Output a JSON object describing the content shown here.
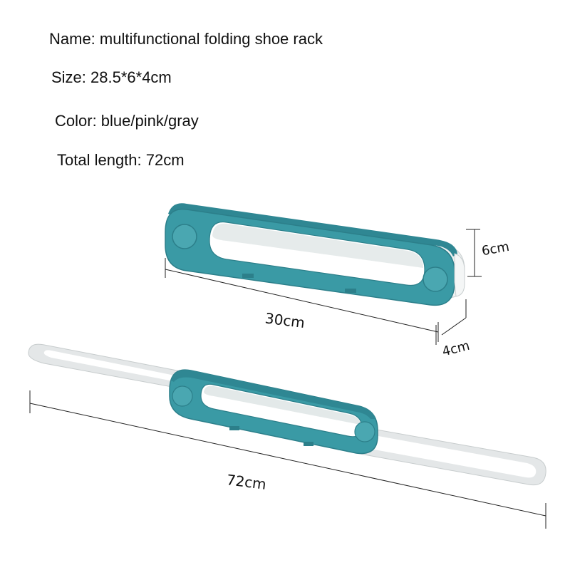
{
  "specs": {
    "name": "Name: multifunctional folding shoe rack",
    "size": "Size: 28.5*6*4cm",
    "color": "Color: blue/pink/gray",
    "total_length": "Total length: 72cm"
  },
  "dimensions": {
    "folded_length": "30cm",
    "height": "6cm",
    "depth": "4cm",
    "extended_length": "72cm"
  },
  "colors": {
    "rack_teal": "#3a9aa5",
    "rack_teal_dark": "#2c7f8a",
    "rack_teal_light": "#5bb3bc",
    "inner_white": "#f2f4f4",
    "extension_gray": "#dcdfe0"
  }
}
